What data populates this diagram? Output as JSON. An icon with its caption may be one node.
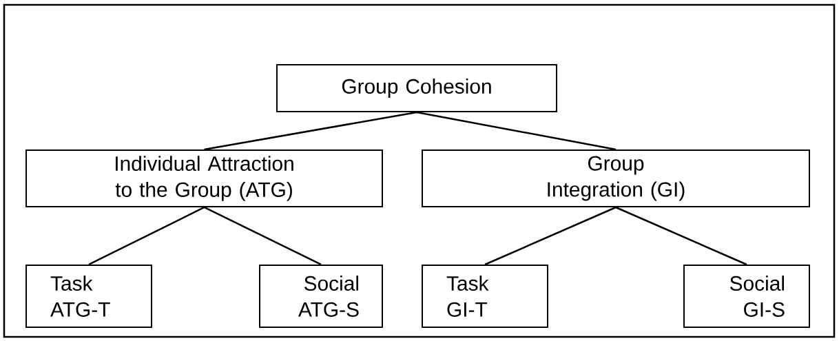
{
  "diagram": {
    "nodes": [
      {
        "text": [
          "Group Cohesion"
        ]
      },
      {
        "text": [
          "Individual Attraction to the Group (ATG)"
        ]
      },
      {
        "text": [
          "Group Integration (GI)"
        ]
      },
      {
        "text": [
          "Task ATG-T"
        ]
      },
      {
        "text": [
          "Social ATG-S"
        ]
      },
      {
        "text": [
          "Task GI-T"
        ]
      },
      {
        "text": [
          "Social GI-S"
        ]
      }
    ],
    "edges": [
      {
        "from": 0,
        "to": 1,
        "arrow": "none"
      },
      {
        "from": 0,
        "to": 2,
        "arrow": "none"
      },
      {
        "from": 1,
        "to": 3,
        "arrow": "none"
      },
      {
        "from": 1,
        "to": 4,
        "arrow": "none"
      },
      {
        "from": 2,
        "to": 5,
        "arrow": "none"
      },
      {
        "from": 2,
        "to": 6,
        "arrow": "none"
      }
    ]
  }
}
